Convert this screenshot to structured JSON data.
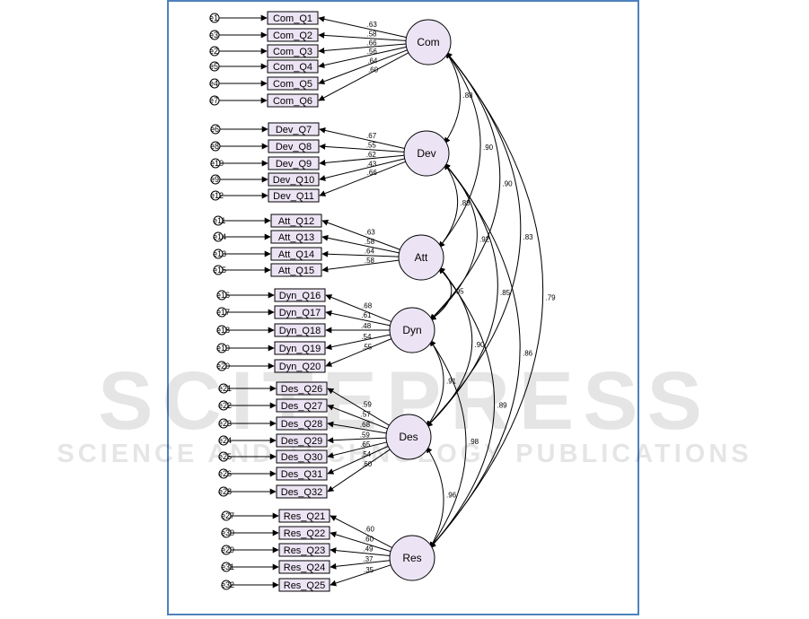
{
  "watermark": {
    "line1": "SCITEPRESS",
    "line2": "SCIENCE AND TECHNOLOGY PUBLICATIONS"
  },
  "colors": {
    "border": "#4f81bd",
    "box_fill": "#ece4f4",
    "factor_fill": "#ece4f4",
    "stroke": "#000000"
  },
  "factors": [
    {
      "id": "Com",
      "label": "Com"
    },
    {
      "id": "Dev",
      "label": "Dev"
    },
    {
      "id": "Att",
      "label": "Att"
    },
    {
      "id": "Dyn",
      "label": "Dyn"
    },
    {
      "id": "Des",
      "label": "Des"
    },
    {
      "id": "Res",
      "label": "Res"
    }
  ],
  "items": [
    {
      "label": "Com_Q1",
      "error": "e1",
      "factor": "Com",
      "loading": ".63"
    },
    {
      "label": "Com_Q2",
      "error": "e3",
      "factor": "Com",
      "loading": ".58"
    },
    {
      "label": "Com_Q3",
      "error": "e2",
      "factor": "Com",
      "loading": ".66"
    },
    {
      "label": "Com_Q4",
      "error": "e5",
      "factor": "Com",
      "loading": ".56"
    },
    {
      "label": "Com_Q5",
      "error": "e4",
      "factor": "Com",
      "loading": ".64"
    },
    {
      "label": "Com_Q6",
      "error": "e7",
      "factor": "Com",
      "loading": ".60"
    },
    {
      "label": "Dev_Q7",
      "error": "e6",
      "factor": "Dev",
      "loading": ".67"
    },
    {
      "label": "Dev_Q8",
      "error": "e8",
      "factor": "Dev",
      "loading": ".55"
    },
    {
      "label": "Dev_Q9",
      "error": "e10",
      "factor": "Dev",
      "loading": ".62"
    },
    {
      "label": "Dev_Q10",
      "error": "e9",
      "factor": "Dev",
      "loading": ".43"
    },
    {
      "label": "Dev_Q11",
      "error": "e12",
      "factor": "Dev",
      "loading": ".66"
    },
    {
      "label": "Att_Q12",
      "error": "e11",
      "factor": "Att",
      "loading": ".63"
    },
    {
      "label": "Att_Q13",
      "error": "e14",
      "factor": "Att",
      "loading": ".58"
    },
    {
      "label": "Att_Q14",
      "error": "e13",
      "factor": "Att",
      "loading": ".64"
    },
    {
      "label": "Att_Q15",
      "error": "e15",
      "factor": "Att",
      "loading": ".58"
    },
    {
      "label": "Dyn_Q16",
      "error": "e16",
      "factor": "Dyn",
      "loading": ".68"
    },
    {
      "label": "Dyn_Q17",
      "error": "e17",
      "factor": "Dyn",
      "loading": ".61"
    },
    {
      "label": "Dyn_Q18",
      "error": "e18",
      "factor": "Dyn",
      "loading": ".48"
    },
    {
      "label": "Dyn_Q19",
      "error": "e19",
      "factor": "Dyn",
      "loading": ".54"
    },
    {
      "label": "Dyn_Q20",
      "error": "e20",
      "factor": "Dyn",
      "loading": ".55"
    },
    {
      "label": "Des_Q26",
      "error": "e21",
      "factor": "Des",
      "loading": ".59"
    },
    {
      "label": "Des_Q27",
      "error": "e22",
      "factor": "Des",
      "loading": ".57"
    },
    {
      "label": "Des_Q28",
      "error": "e23",
      "factor": "Des",
      "loading": ".68"
    },
    {
      "label": "Des_Q29",
      "error": "e24",
      "factor": "Des",
      "loading": ".59"
    },
    {
      "label": "Des_Q30",
      "error": "e25",
      "factor": "Des",
      "loading": ".65"
    },
    {
      "label": "Des_Q31",
      "error": "e26",
      "factor": "Des",
      "loading": ".54"
    },
    {
      "label": "Des_Q32",
      "error": "e28",
      "factor": "Des",
      "loading": ".60"
    },
    {
      "label": "Res_Q21",
      "error": "e27",
      "factor": "Res",
      "loading": ".60"
    },
    {
      "label": "Res_Q22",
      "error": "e30",
      "factor": "Res",
      "loading": ".60"
    },
    {
      "label": "Res_Q23",
      "error": "e29",
      "factor": "Res",
      "loading": ".49"
    },
    {
      "label": "Res_Q24",
      "error": "e31",
      "factor": "Res",
      "loading": ".37"
    },
    {
      "label": "Res_Q25",
      "error": "e32",
      "factor": "Res",
      "loading": ".35"
    }
  ],
  "correlations": [
    {
      "from": "Com",
      "to": "Dev",
      "value": ".88"
    },
    {
      "from": "Com",
      "to": "Att",
      "value": ".90"
    },
    {
      "from": "Com",
      "to": "Dyn",
      "value": ".90"
    },
    {
      "from": "Com",
      "to": "Des",
      "value": ".83"
    },
    {
      "from": "Com",
      "to": "Res",
      "value": ".79"
    },
    {
      "from": "Dev",
      "to": "Att",
      "value": ".88"
    },
    {
      "from": "Dev",
      "to": "Dyn",
      "value": ".92"
    },
    {
      "from": "Dev",
      "to": "Des",
      "value": ".85"
    },
    {
      "from": "Dev",
      "to": "Res",
      "value": ".86"
    },
    {
      "from": "Att",
      "to": "Dyn",
      "value": ".95"
    },
    {
      "from": "Att",
      "to": "Des",
      "value": ".90"
    },
    {
      "from": "Att",
      "to": "Res",
      "value": ".89"
    },
    {
      "from": "Dyn",
      "to": "Des",
      "value": ".91"
    },
    {
      "from": "Dyn",
      "to": "Res",
      "value": ".98"
    },
    {
      "from": "Des",
      "to": "Res",
      "value": ".96"
    }
  ]
}
